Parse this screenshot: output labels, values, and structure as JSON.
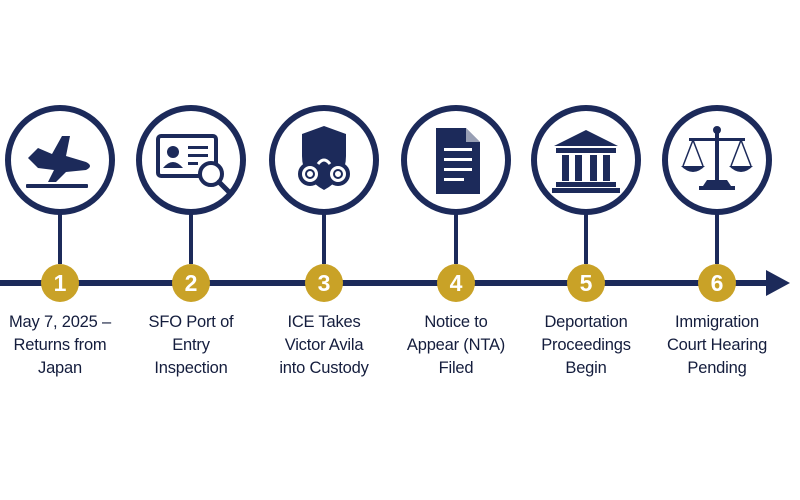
{
  "colors": {
    "navy": "#1c2a5a",
    "gold": "#c9a227",
    "badge_text": "#ffffff",
    "label_text": "#141d3d",
    "background": "#ffffff"
  },
  "steps": [
    {
      "number": "1",
      "label": "May 7, 2025 –\nReturns from\nJapan",
      "icon": "airplane-icon"
    },
    {
      "number": "2",
      "label": "SFO Port of\nEntry\nInspection",
      "icon": "id-card-magnifier-icon"
    },
    {
      "number": "3",
      "label": "ICE Takes\nVictor Avila\ninto Custody",
      "icon": "shield-handcuffs-icon"
    },
    {
      "number": "4",
      "label": "Notice to\nAppear (NTA)\nFiled",
      "icon": "document-icon"
    },
    {
      "number": "5",
      "label": "Deportation\nProceedings\nBegin",
      "icon": "courthouse-icon"
    },
    {
      "number": "6",
      "label": "Immigration\nCourt Hearing\nPending",
      "icon": "scales-of-justice-icon"
    }
  ]
}
